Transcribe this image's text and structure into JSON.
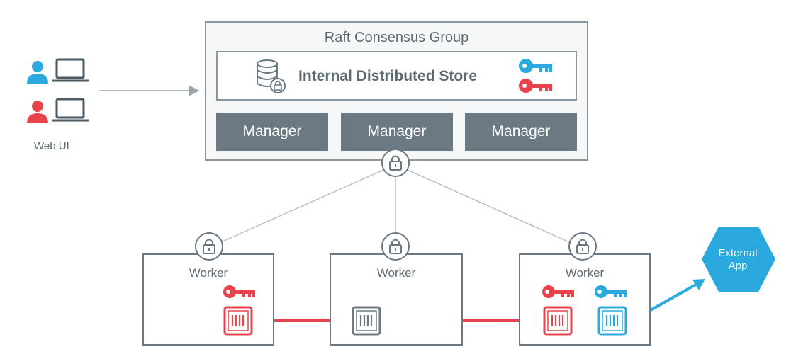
{
  "raft_group": {
    "title": "Raft Consensus Group",
    "store_label": "Internal Distributed Store",
    "managers": [
      "Manager",
      "Manager",
      "Manager"
    ]
  },
  "workers": [
    {
      "label": "Worker"
    },
    {
      "label": "Worker"
    },
    {
      "label": "Worker"
    }
  ],
  "web_ui": {
    "label": "Web UI"
  },
  "external_app": {
    "label_line1": "External",
    "label_line2": "App"
  },
  "colors": {
    "slate": "#6b7983",
    "border": "#8b979f",
    "text": "#5e6a72",
    "red": "#e8424c",
    "blue": "#2aa9df",
    "wire": "#b9c1c6"
  },
  "icons": [
    "user-icon",
    "laptop-icon",
    "database-icon",
    "lock-icon",
    "key-icon",
    "container-icon",
    "hexagon-icon"
  ]
}
